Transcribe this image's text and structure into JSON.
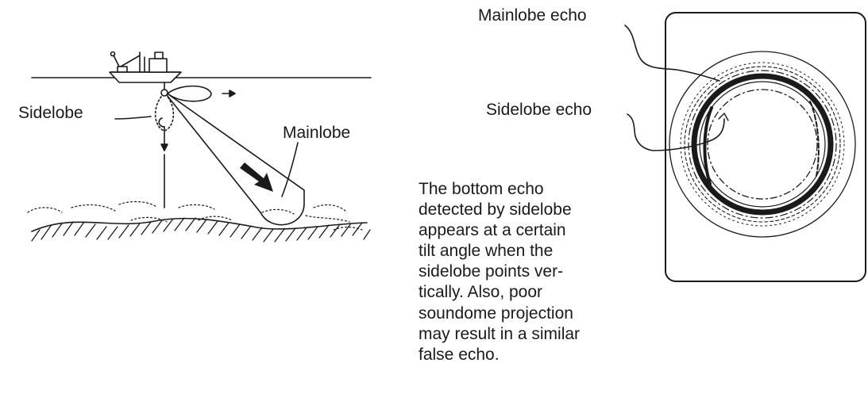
{
  "labels": {
    "sidelobe": "Sidelobe",
    "mainlobe": "Mainlobe",
    "mainlobe_echo": "Mainlobe echo",
    "sidelobe_echo": "Sidelobe echo"
  },
  "description": [
    "The bottom echo",
    "detected by sidelobe",
    "appears at a certain",
    "tilt angle when the",
    "sidelobe points ver-",
    "tically. Also, poor",
    "soundome projection",
    "may result in a similar",
    "false echo."
  ],
  "colors": {
    "ink": "#1a1a1a",
    "background": "#ffffff"
  }
}
